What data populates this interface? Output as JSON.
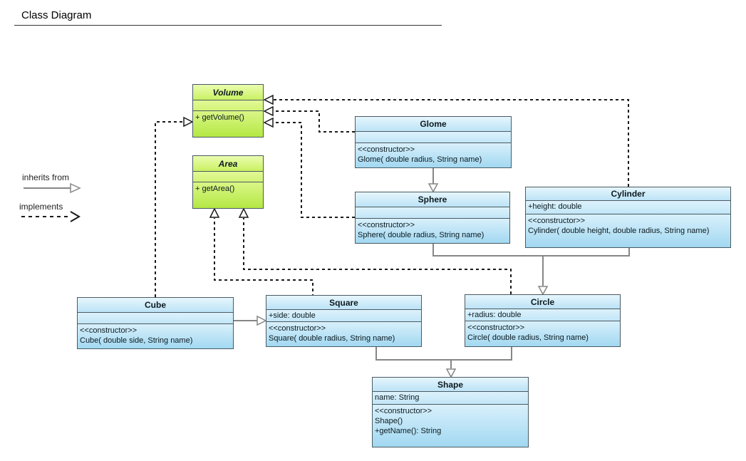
{
  "page": {
    "title": "Class Diagram"
  },
  "legend": {
    "inherits_label": "inherits from",
    "implements_label": "implements"
  },
  "colors": {
    "class_green": "#c6ef5e",
    "class_blue": "#bfe6f7",
    "box_border": "#4a5a62",
    "inherits_line": "#868686",
    "implements_line": "#1a1a1a"
  },
  "classes": {
    "volume": {
      "name": "Volume",
      "abstract": true,
      "attributes": [],
      "methods": [
        "+ getVolume()"
      ]
    },
    "area": {
      "name": "Area",
      "abstract": true,
      "attributes": [],
      "methods": [
        "+ getArea()"
      ]
    },
    "glome": {
      "name": "Glome",
      "abstract": false,
      "attributes": [],
      "methods": [
        "<<constructor>>",
        "Glome( double radius, String name)"
      ]
    },
    "sphere": {
      "name": "Sphere",
      "abstract": false,
      "attributes": [],
      "methods": [
        "<<constructor>>",
        "Sphere( double radius, String name)"
      ]
    },
    "cylinder": {
      "name": "Cylinder",
      "abstract": false,
      "attributes": [
        "+height: double"
      ],
      "methods": [
        "<<constructor>>",
        "Cylinder( double height, double radius, String name)"
      ]
    },
    "cube": {
      "name": "Cube",
      "abstract": false,
      "attributes": [],
      "methods": [
        "<<constructor>>",
        "Cube( double side, String name)"
      ]
    },
    "square": {
      "name": "Square",
      "abstract": false,
      "attributes": [
        "+side: double"
      ],
      "methods": [
        "<<constructor>>",
        "Square( double radius, String name)"
      ]
    },
    "circle": {
      "name": "Circle",
      "abstract": false,
      "attributes": [
        "+radius: double"
      ],
      "methods": [
        "<<constructor>>",
        "Circle( double radius, String name)"
      ]
    },
    "shape": {
      "name": "Shape",
      "abstract": false,
      "attributes": [
        "name: String"
      ],
      "methods": [
        "<<constructor>>",
        "Shape()",
        "+getName(): String"
      ]
    }
  },
  "relationships": [
    {
      "from": "Glome",
      "to": "Sphere",
      "type": "inherits"
    },
    {
      "from": "Sphere",
      "to": "Circle",
      "type": "inherits"
    },
    {
      "from": "Cylinder",
      "to": "Circle",
      "type": "inherits"
    },
    {
      "from": "Cube",
      "to": "Square",
      "type": "inherits"
    },
    {
      "from": "Square",
      "to": "Shape",
      "type": "inherits"
    },
    {
      "from": "Circle",
      "to": "Shape",
      "type": "inherits"
    },
    {
      "from": "Glome",
      "to": "Volume",
      "type": "implements"
    },
    {
      "from": "Sphere",
      "to": "Volume",
      "type": "implements"
    },
    {
      "from": "Cylinder",
      "to": "Volume",
      "type": "implements"
    },
    {
      "from": "Cube",
      "to": "Volume",
      "type": "implements"
    },
    {
      "from": "Square",
      "to": "Area",
      "type": "implements"
    },
    {
      "from": "Circle",
      "to": "Area",
      "type": "implements"
    }
  ]
}
